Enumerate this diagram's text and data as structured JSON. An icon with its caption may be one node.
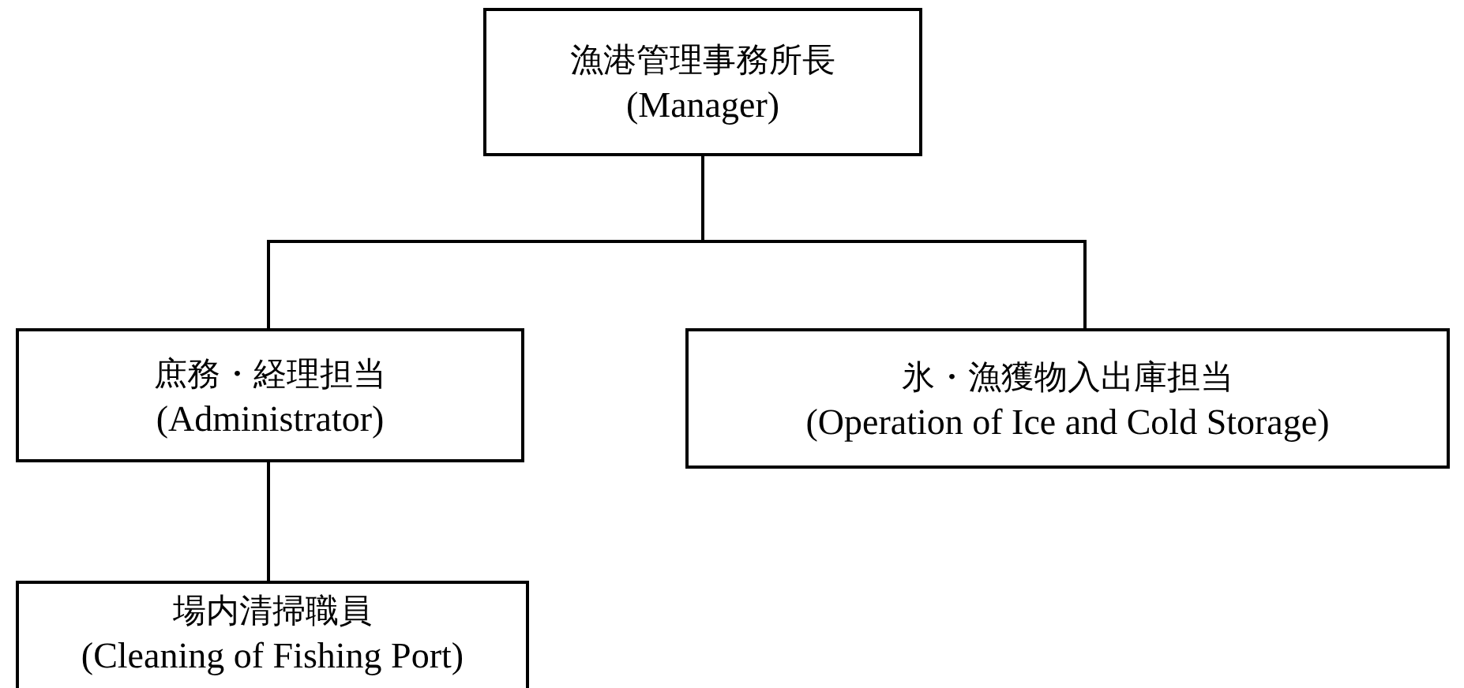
{
  "diagram": {
    "nodes": [
      {
        "text": [
          "漁港管理事務所長",
          "(Manager)"
        ]
      },
      {
        "text": [
          "庶務・経理担当",
          "(Administrator)"
        ]
      },
      {
        "text": [
          "氷・漁獲物入出庫担当",
          "(Operation of Ice and Cold Storage)"
        ]
      },
      {
        "text": [
          "場内清掃職員",
          "(Cleaning of Fishing Port)"
        ]
      }
    ],
    "edges": [
      {
        "from": 0,
        "to": 1,
        "arrow": "none"
      },
      {
        "from": 0,
        "to": 2,
        "arrow": "none"
      },
      {
        "from": 1,
        "to": 3,
        "arrow": "none"
      }
    ]
  }
}
